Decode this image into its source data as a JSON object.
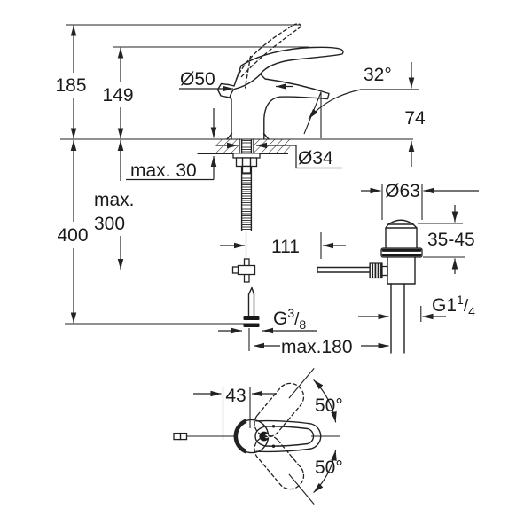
{
  "drawing": {
    "background": "#ffffff",
    "ink": "#222222",
    "labels": {
      "height_total_raised": "185",
      "height_body": "149",
      "height_below": "400",
      "max_hose_l1": "max.",
      "max_hose_l2": "300",
      "base_diameter": "Ø50",
      "max_deck": "max. 30",
      "hole_diameter": "Ø34",
      "spout_angle": "32°",
      "spout_height": "74",
      "projection": "111",
      "waste_diameter": "Ø63",
      "waste_range": "35-45",
      "waste_thread_main": "G1",
      "waste_thread_sup": "1",
      "waste_thread_slash": "/",
      "waste_thread_sub": "4",
      "hose_thread_main": "G",
      "hose_thread_sup": "3",
      "hose_thread_slash": "/",
      "hose_thread_sub": "8",
      "max_rod": "max.180",
      "handle_offset": "43",
      "swing_up": "50°",
      "swing_down": "50°"
    }
  }
}
